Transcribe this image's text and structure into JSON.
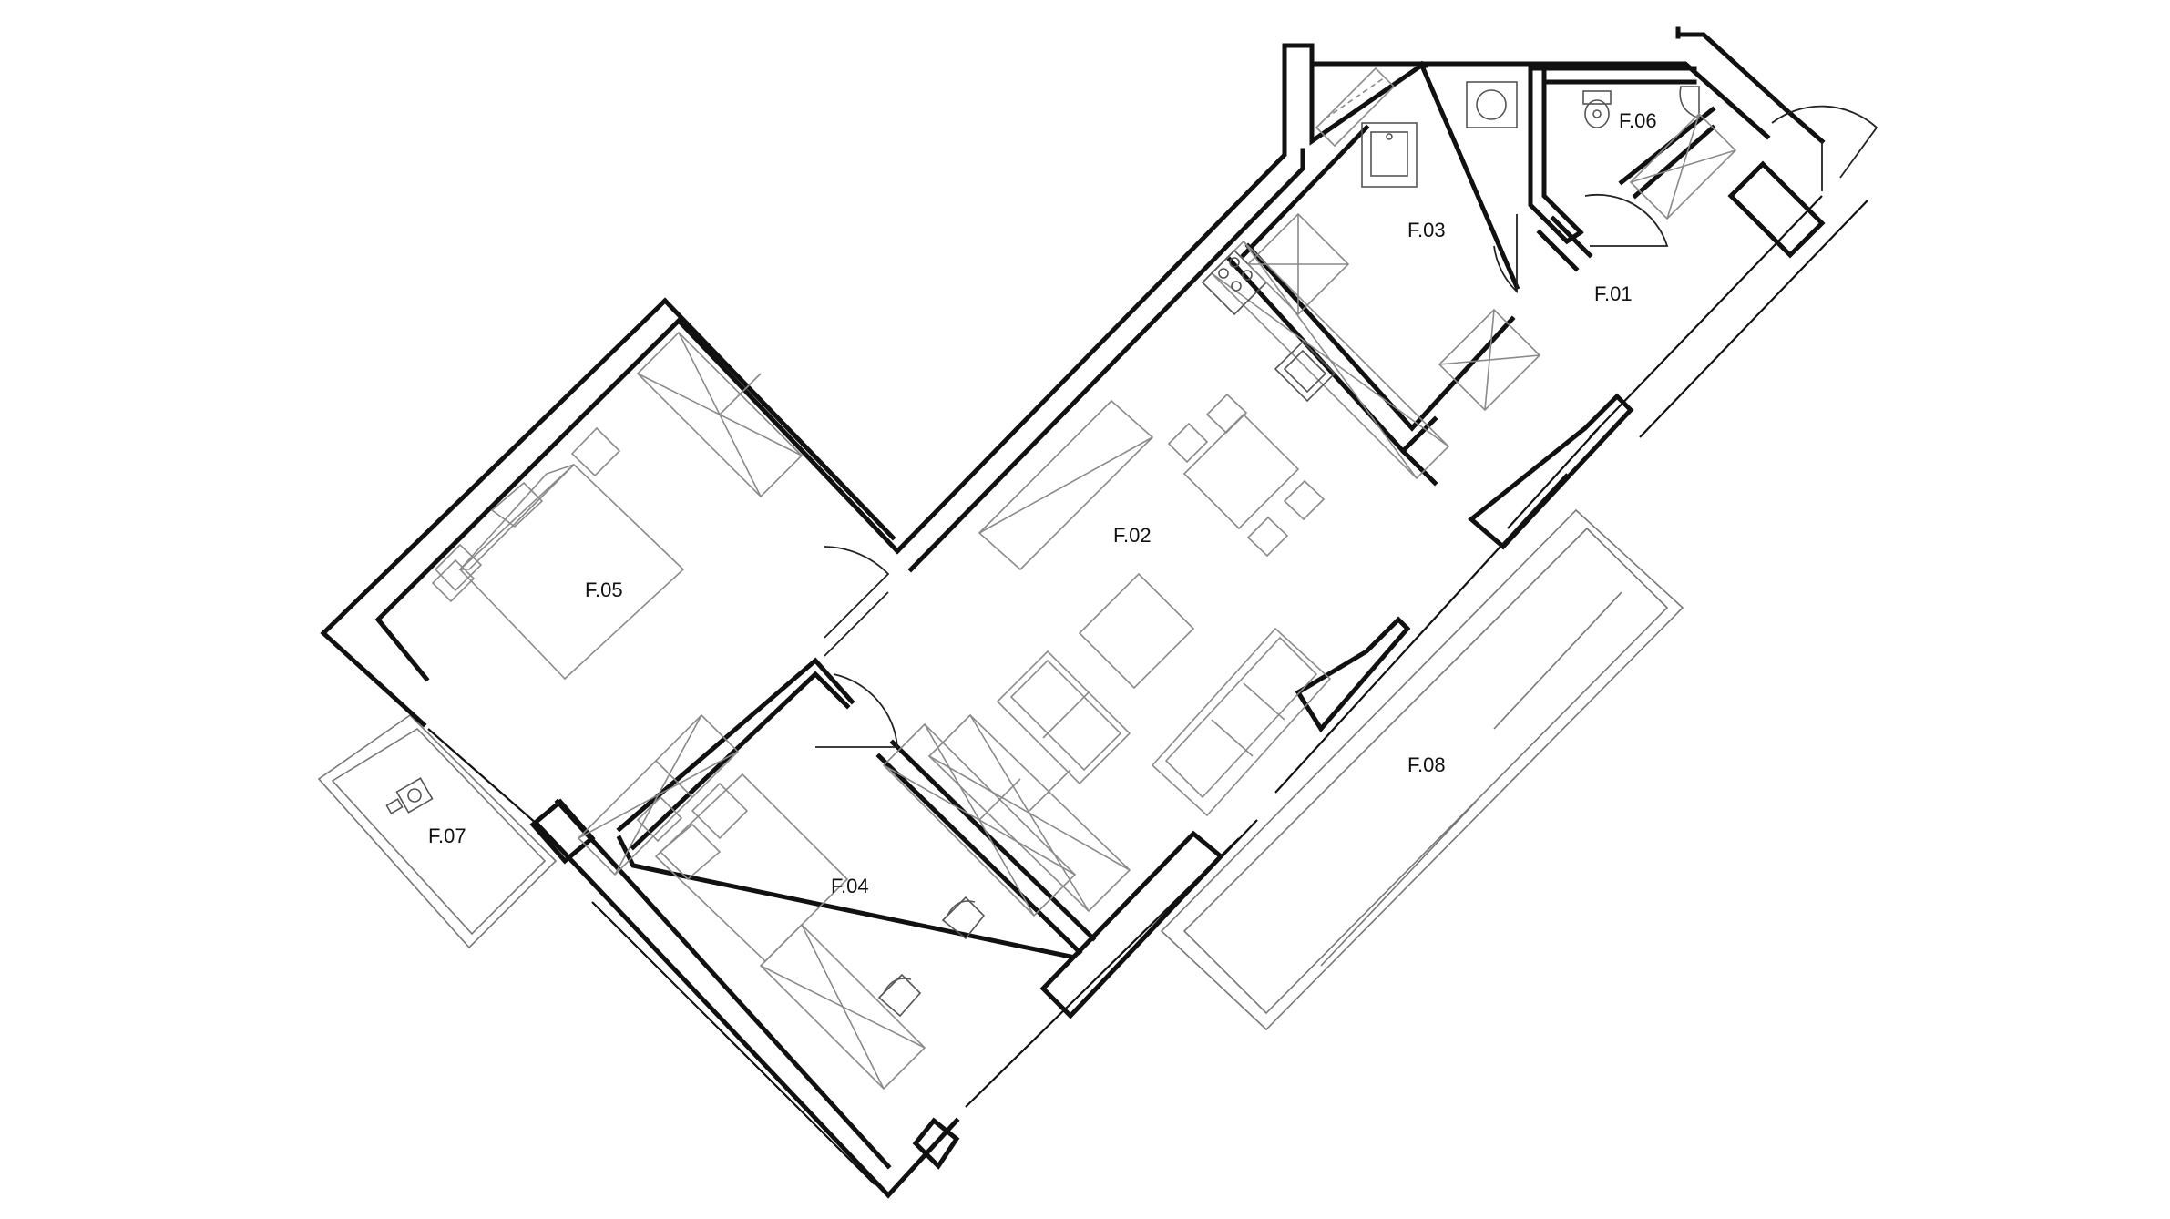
{
  "plan": {
    "rooms": [
      {
        "id": "F.01",
        "label": "F.01"
      },
      {
        "id": "F.02",
        "label": "F.02"
      },
      {
        "id": "F.03",
        "label": "F.03"
      },
      {
        "id": "F.04",
        "label": "F.04"
      },
      {
        "id": "F.05",
        "label": "F.05"
      },
      {
        "id": "F.06",
        "label": "F.06"
      },
      {
        "id": "F.07",
        "label": "F.07"
      },
      {
        "id": "F.08",
        "label": "F.08"
      }
    ]
  }
}
